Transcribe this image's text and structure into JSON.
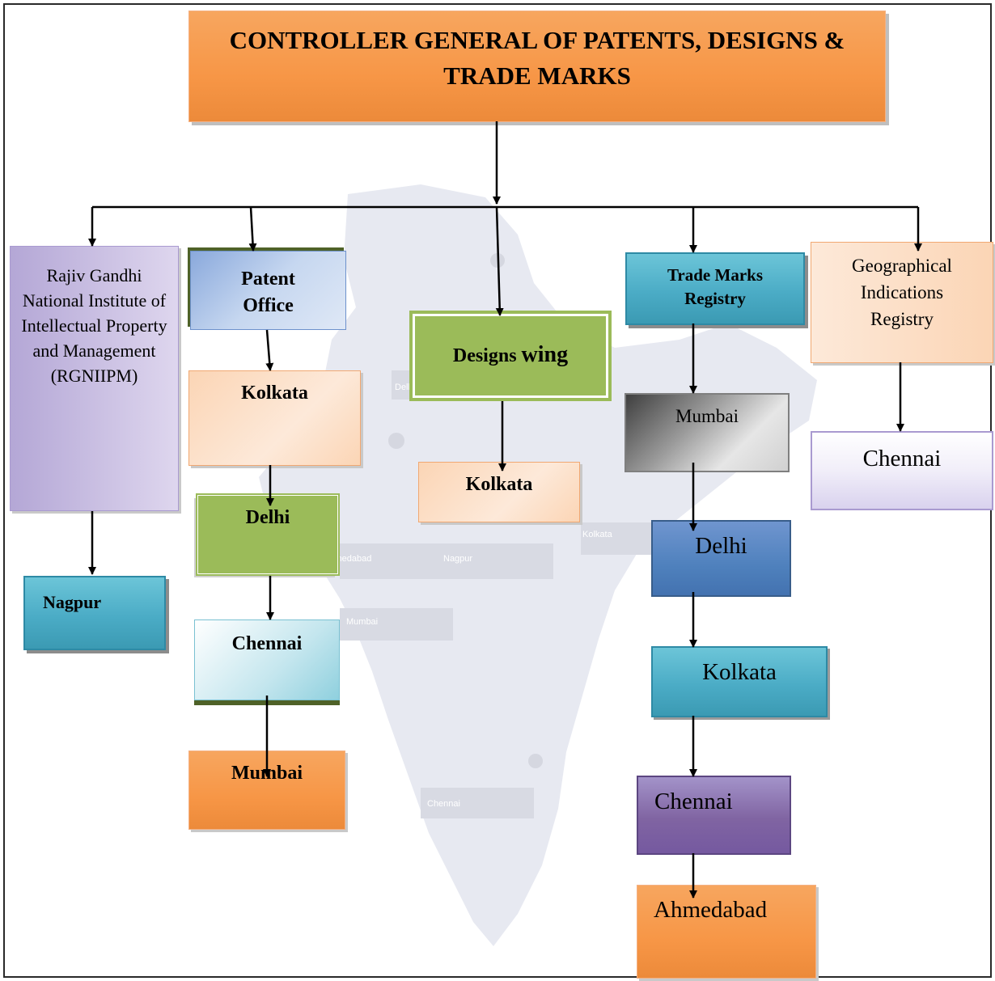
{
  "title": "CONTROLLER GENERAL OF PATENTS, DESIGNS & TRADE MARKS",
  "columns": {
    "rgniipm": {
      "label": "Rajiv Gandhi National Institute of Intellectual Property and Management (RGNIIPM)",
      "children": [
        "Nagpur"
      ]
    },
    "patent_office": {
      "label": "Patent Office",
      "children": [
        "Kolkata",
        "Delhi",
        "Chennai",
        "Mumbai"
      ]
    },
    "designs_wing": {
      "label_a": "Designs ",
      "label_b": "wing",
      "children": [
        "Kolkata"
      ]
    },
    "trade_marks": {
      "label": "Trade Marks Registry",
      "children": [
        "Mumbai",
        "Delhi",
        "Kolkata",
        "Chennai",
        "Ahmedabad"
      ]
    },
    "gi_registry": {
      "label": "Geographical Indications Registry",
      "children": [
        "Chennai"
      ]
    }
  },
  "map_labels": [
    "Delhi",
    "Kolkata",
    "Ahmedabad",
    "Nagpur",
    "Mumbai",
    "Chennai"
  ],
  "colors": {
    "orange": "#f79646",
    "peach": "#fbd5b5",
    "lavender": "#b4a7d6",
    "teal": "#4bacc6",
    "green": "#9bbb59",
    "blue": "#4f81bd",
    "purple": "#8064a2",
    "connector": "#000000"
  }
}
